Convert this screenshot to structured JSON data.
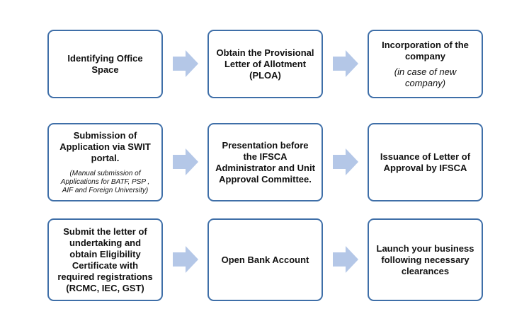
{
  "colors": {
    "box_border": "#3f6fa8",
    "arrow_fill": "#b4c7e7"
  },
  "rows": [
    {
      "steps": [
        {
          "title": "Identifying Office Space",
          "note": ""
        },
        {
          "title": "Obtain the Provisional Letter of Allotment (PLOA)",
          "note": ""
        },
        {
          "title": "Incorporation of the company",
          "note": "(in case of new company)"
        }
      ]
    },
    {
      "steps": [
        {
          "title": "Submission of Application via SWIT portal.",
          "note": "(Manual submission of Applications for BATF, PSP , AIF and Foreign University)"
        },
        {
          "title": "Presentation before the IFSCA Administrator and Unit Approval Committee.",
          "note": ""
        },
        {
          "title": "Issuance of Letter of Approval by IFSCA",
          "note": ""
        }
      ]
    },
    {
      "steps": [
        {
          "title": "Submit the letter of undertaking and obtain Eligibility Certificate with required registrations (RCMC, IEC, GST)",
          "note": ""
        },
        {
          "title": "Open Bank Account",
          "note": ""
        },
        {
          "title": "Launch your business following necessary clearances",
          "note": ""
        }
      ]
    }
  ]
}
